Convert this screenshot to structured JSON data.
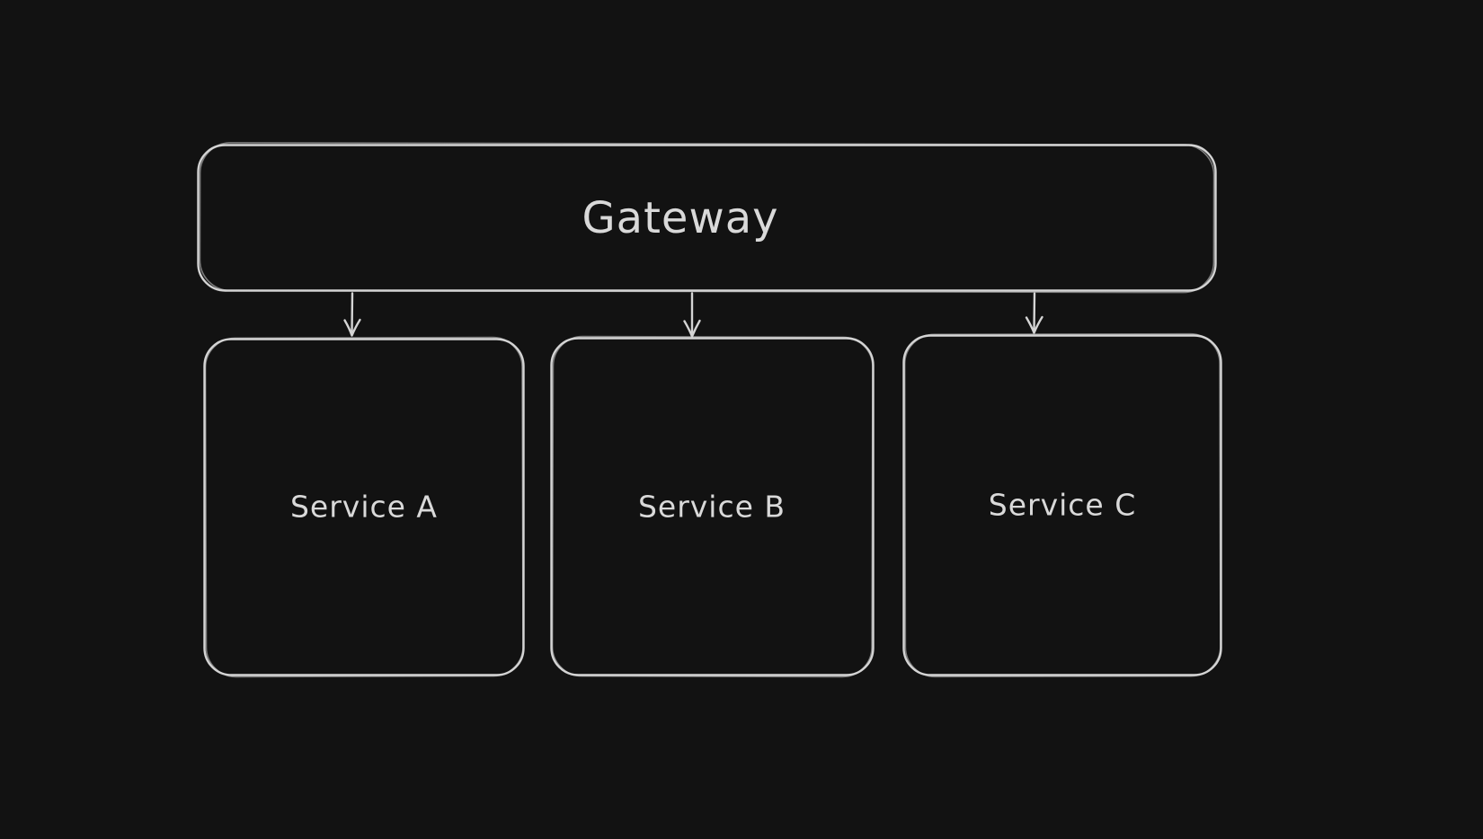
{
  "diagram": {
    "background": "#121212",
    "stroke_color": "#d4d4d4",
    "text_color": "#d9d9d9",
    "nodes": [
      {
        "id": "gateway",
        "label": "Gateway"
      },
      {
        "id": "service-a",
        "label": "Service A"
      },
      {
        "id": "service-b",
        "label": "Service B"
      },
      {
        "id": "service-c",
        "label": "Service C"
      }
    ],
    "edges": [
      {
        "from": "Gateway",
        "to": "Service A",
        "type": "arrow"
      },
      {
        "from": "Gateway",
        "to": "Service B",
        "type": "arrow"
      },
      {
        "from": "Gateway",
        "to": "Service C",
        "type": "arrow"
      }
    ]
  }
}
